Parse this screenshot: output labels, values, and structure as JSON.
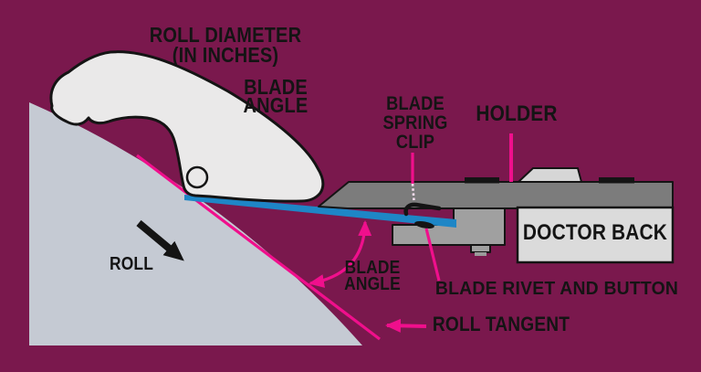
{
  "diagram_title": "Doctor blade assembly on roll",
  "colors": {
    "background": "#7A184D",
    "accent_pink": "#F00F8C",
    "blade_blue": "#1E86C6",
    "roll_gray": "#C5CAD3",
    "tool_gray": "#EAE9E9",
    "holder_bar_gray": "#7C7C7C",
    "clamp_gray": "#A0A0A0",
    "doctor_back_gray": "#DBDBDB",
    "label_black": "#141414"
  },
  "labels": {
    "roll_diameter": {
      "line1": "ROLL DIAMETER",
      "line2": "(IN INCHES)"
    },
    "blade_angle_upper": {
      "line1": "BLADE",
      "line2": "ANGLE"
    },
    "blade_spring_clip": {
      "line1": "BLADE",
      "line2": "SPRING",
      "line3": "CLIP"
    },
    "holder": {
      "text": "HOLDER"
    },
    "doctor_back": {
      "text": "DOCTOR BACK"
    },
    "blade_rivet_and_button": {
      "text": "BLADE RIVET AND BUTTON"
    },
    "roll_tangent": {
      "text": "ROLL TANGENT"
    },
    "blade_angle_lower": {
      "line1": "BLADE",
      "line2": "ANGLE"
    },
    "roll": {
      "text": "ROLL"
    }
  }
}
